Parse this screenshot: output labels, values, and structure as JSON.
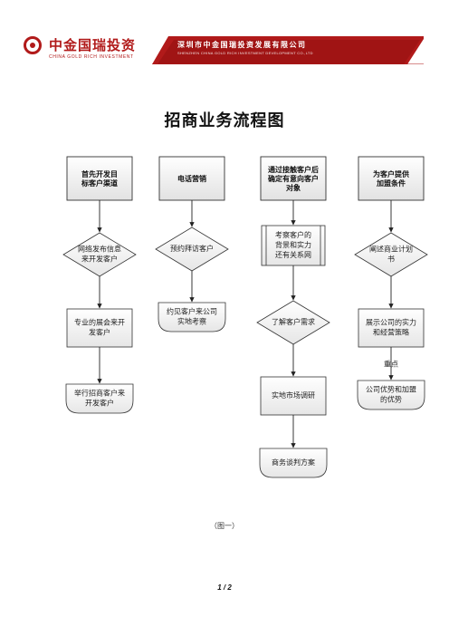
{
  "header": {
    "brand_cn": "中金国瑞投资",
    "brand_en": "CHINA GOLD RICH INVESTMENT",
    "company_cn": "深圳市中金国瑞投资发展有限公司",
    "company_en": "SHENZHEN CHINA GOLD RICH INVESTMENT DEVELOPMENT CO.,LTD",
    "brand_color": "#b11a1a"
  },
  "title": "招商业务流程图",
  "columns": [
    {
      "head": [
        "首先开发目",
        "标客户渠道"
      ],
      "nodes": [
        {
          "shape": "diamond",
          "lines": [
            "网络发布信息",
            "来开发客户"
          ]
        },
        {
          "shape": "rect",
          "lines": [
            "专业的展会来开",
            "发客户"
          ]
        },
        {
          "shape": "terminal",
          "lines": [
            "举行招商客户来",
            "开发客户"
          ]
        }
      ]
    },
    {
      "head": [
        "电话营销"
      ],
      "nodes": [
        {
          "shape": "diamond",
          "lines": [
            "预约拜访客户"
          ]
        },
        {
          "shape": "terminal",
          "lines": [
            "约见客户来公司",
            "实地考察"
          ]
        }
      ]
    },
    {
      "head": [
        "通过接触客户后",
        "确定有意向客户",
        "对象"
      ],
      "nodes": [
        {
          "shape": "process",
          "lines": [
            "考察客户的",
            "背景和实力",
            "还有关系网"
          ]
        },
        {
          "shape": "diamond",
          "lines": [
            "了解客户需求"
          ]
        },
        {
          "shape": "rect",
          "lines": [
            "实地市场调研"
          ]
        },
        {
          "shape": "terminal",
          "lines": [
            "商务谈判方案"
          ]
        }
      ]
    },
    {
      "head": [
        "为客户提供",
        "加盟条件"
      ],
      "nodes": [
        {
          "shape": "diamond",
          "lines": [
            "阐述商业计划",
            "书"
          ]
        },
        {
          "shape": "rect",
          "lines": [
            "展示公司的实力",
            "和经营策略"
          ]
        },
        {
          "shape": "terminal",
          "lines": [
            "公司优势和加盟",
            "的优势"
          ]
        }
      ],
      "edge_label": "重点"
    }
  ],
  "caption": "（图一）",
  "page_indicator": "1 / 2"
}
